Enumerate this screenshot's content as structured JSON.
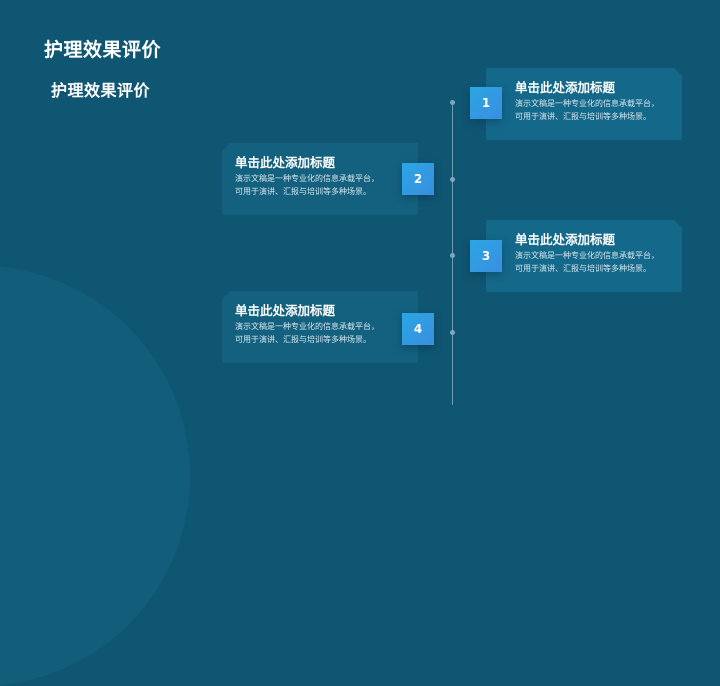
{
  "page": {
    "title": "护理效果评价",
    "subtitle": "护理效果评价"
  },
  "timeline": {
    "items": [
      {
        "number": "1",
        "title": "单击此处添加标题",
        "desc_line1": "演示文稿是一种专业化的信息承载平台，",
        "desc_line2": "可用于演讲、汇报与培训等多种场景。",
        "side": "right"
      },
      {
        "number": "2",
        "title": "单击此处添加标题",
        "desc_line1": "演示文稿是一种专业化的信息承载平台，",
        "desc_line2": "可用于演讲、汇报与培训等多种场景。",
        "side": "left"
      },
      {
        "number": "3",
        "title": "单击此处添加标题",
        "desc_line1": "演示文稿是一种专业化的信息承载平台，",
        "desc_line2": "可用于演讲、汇报与培训等多种场景。",
        "side": "right"
      },
      {
        "number": "4",
        "title": "单击此处添加标题",
        "desc_line1": "演示文稿是一种专业化的信息承载平台，",
        "desc_line2": "可用于演讲、汇报与培训等多种场景。",
        "side": "left"
      }
    ]
  },
  "colors": {
    "background": "#0f5672",
    "accent": "#2ba6e3",
    "card": "#14688a"
  }
}
